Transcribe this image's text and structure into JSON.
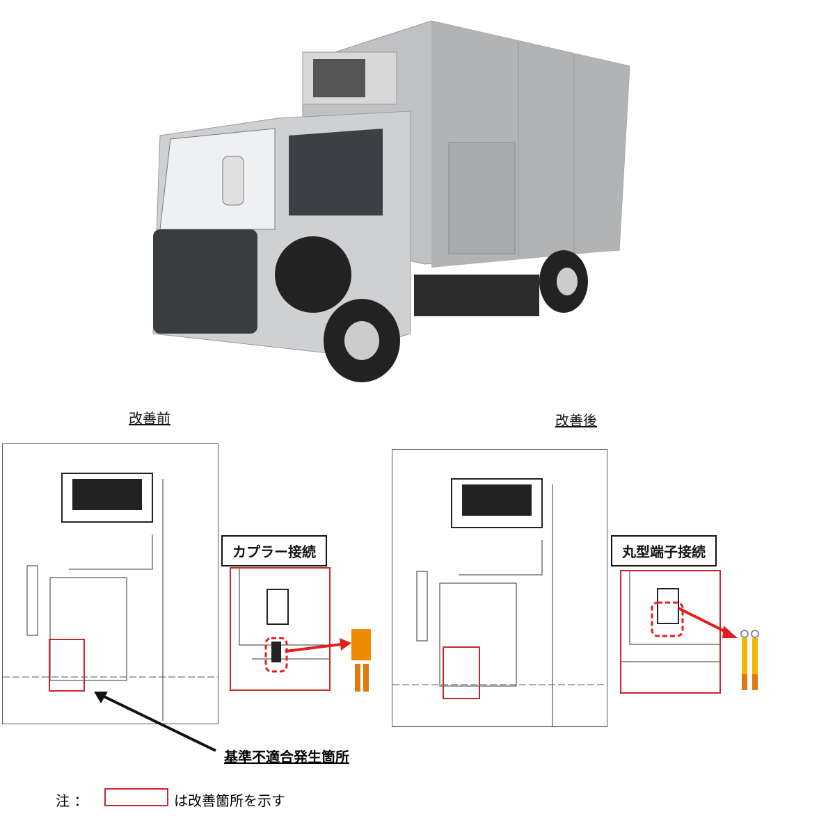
{
  "labels": {
    "before": "改善前",
    "after": "改善後",
    "coupler": "カプラー接続",
    "ring_terminal": "丸型端子接続",
    "nonconformity": "基準不適合発生箇所",
    "note_prefix": "注 ：",
    "note_suffix": "は改善箇所を示す"
  },
  "colors": {
    "highlight": "#c62828",
    "coupler": "#f08a00"
  }
}
